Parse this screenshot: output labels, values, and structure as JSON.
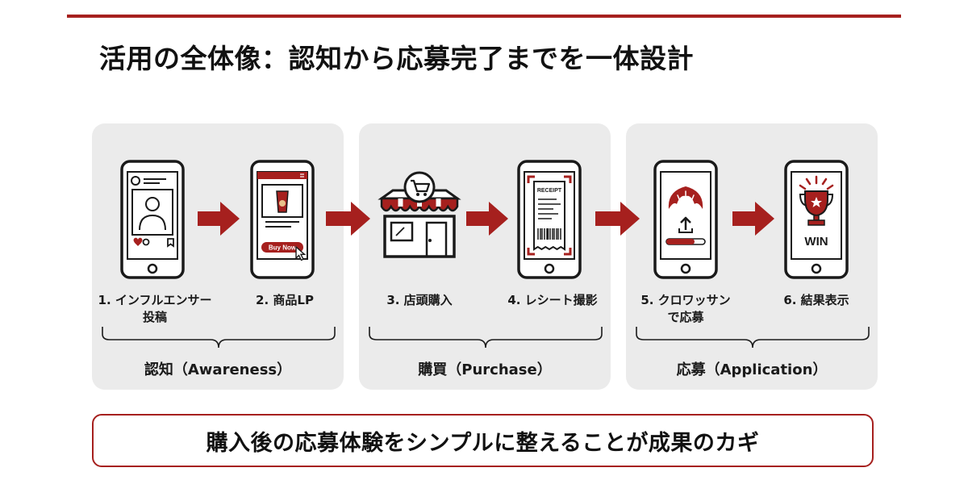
{
  "title": "活用の全体像：認知から応募完了までを一体設計",
  "colors": {
    "accent": "#a6201e",
    "panel": "#ebebeb",
    "line": "#1a1a1a"
  },
  "phases": [
    {
      "label": "認知（Awareness）"
    },
    {
      "label": "購買（Purchase）"
    },
    {
      "label": "応募（Application）"
    }
  ],
  "steps": [
    {
      "label": "1. インフルエンサー\n投稿",
      "icon": "influencer-post-phone-icon"
    },
    {
      "label": "2. 商品LP",
      "icon": "product-lp-phone-icon",
      "button": "Buy Now"
    },
    {
      "label": "3. 店頭購入",
      "icon": "storefront-cart-icon"
    },
    {
      "label": "4. レシート撮影",
      "icon": "receipt-scan-phone-icon",
      "receipt_title": "RECEIPT"
    },
    {
      "label": "5. クロワッサン\nで応募",
      "icon": "croissant-upload-phone-icon"
    },
    {
      "label": "6. 結果表示",
      "icon": "trophy-win-phone-icon",
      "result": "WIN"
    }
  ],
  "callout": "購入後の応募体験をシンプルに整えることが成果のカギ"
}
